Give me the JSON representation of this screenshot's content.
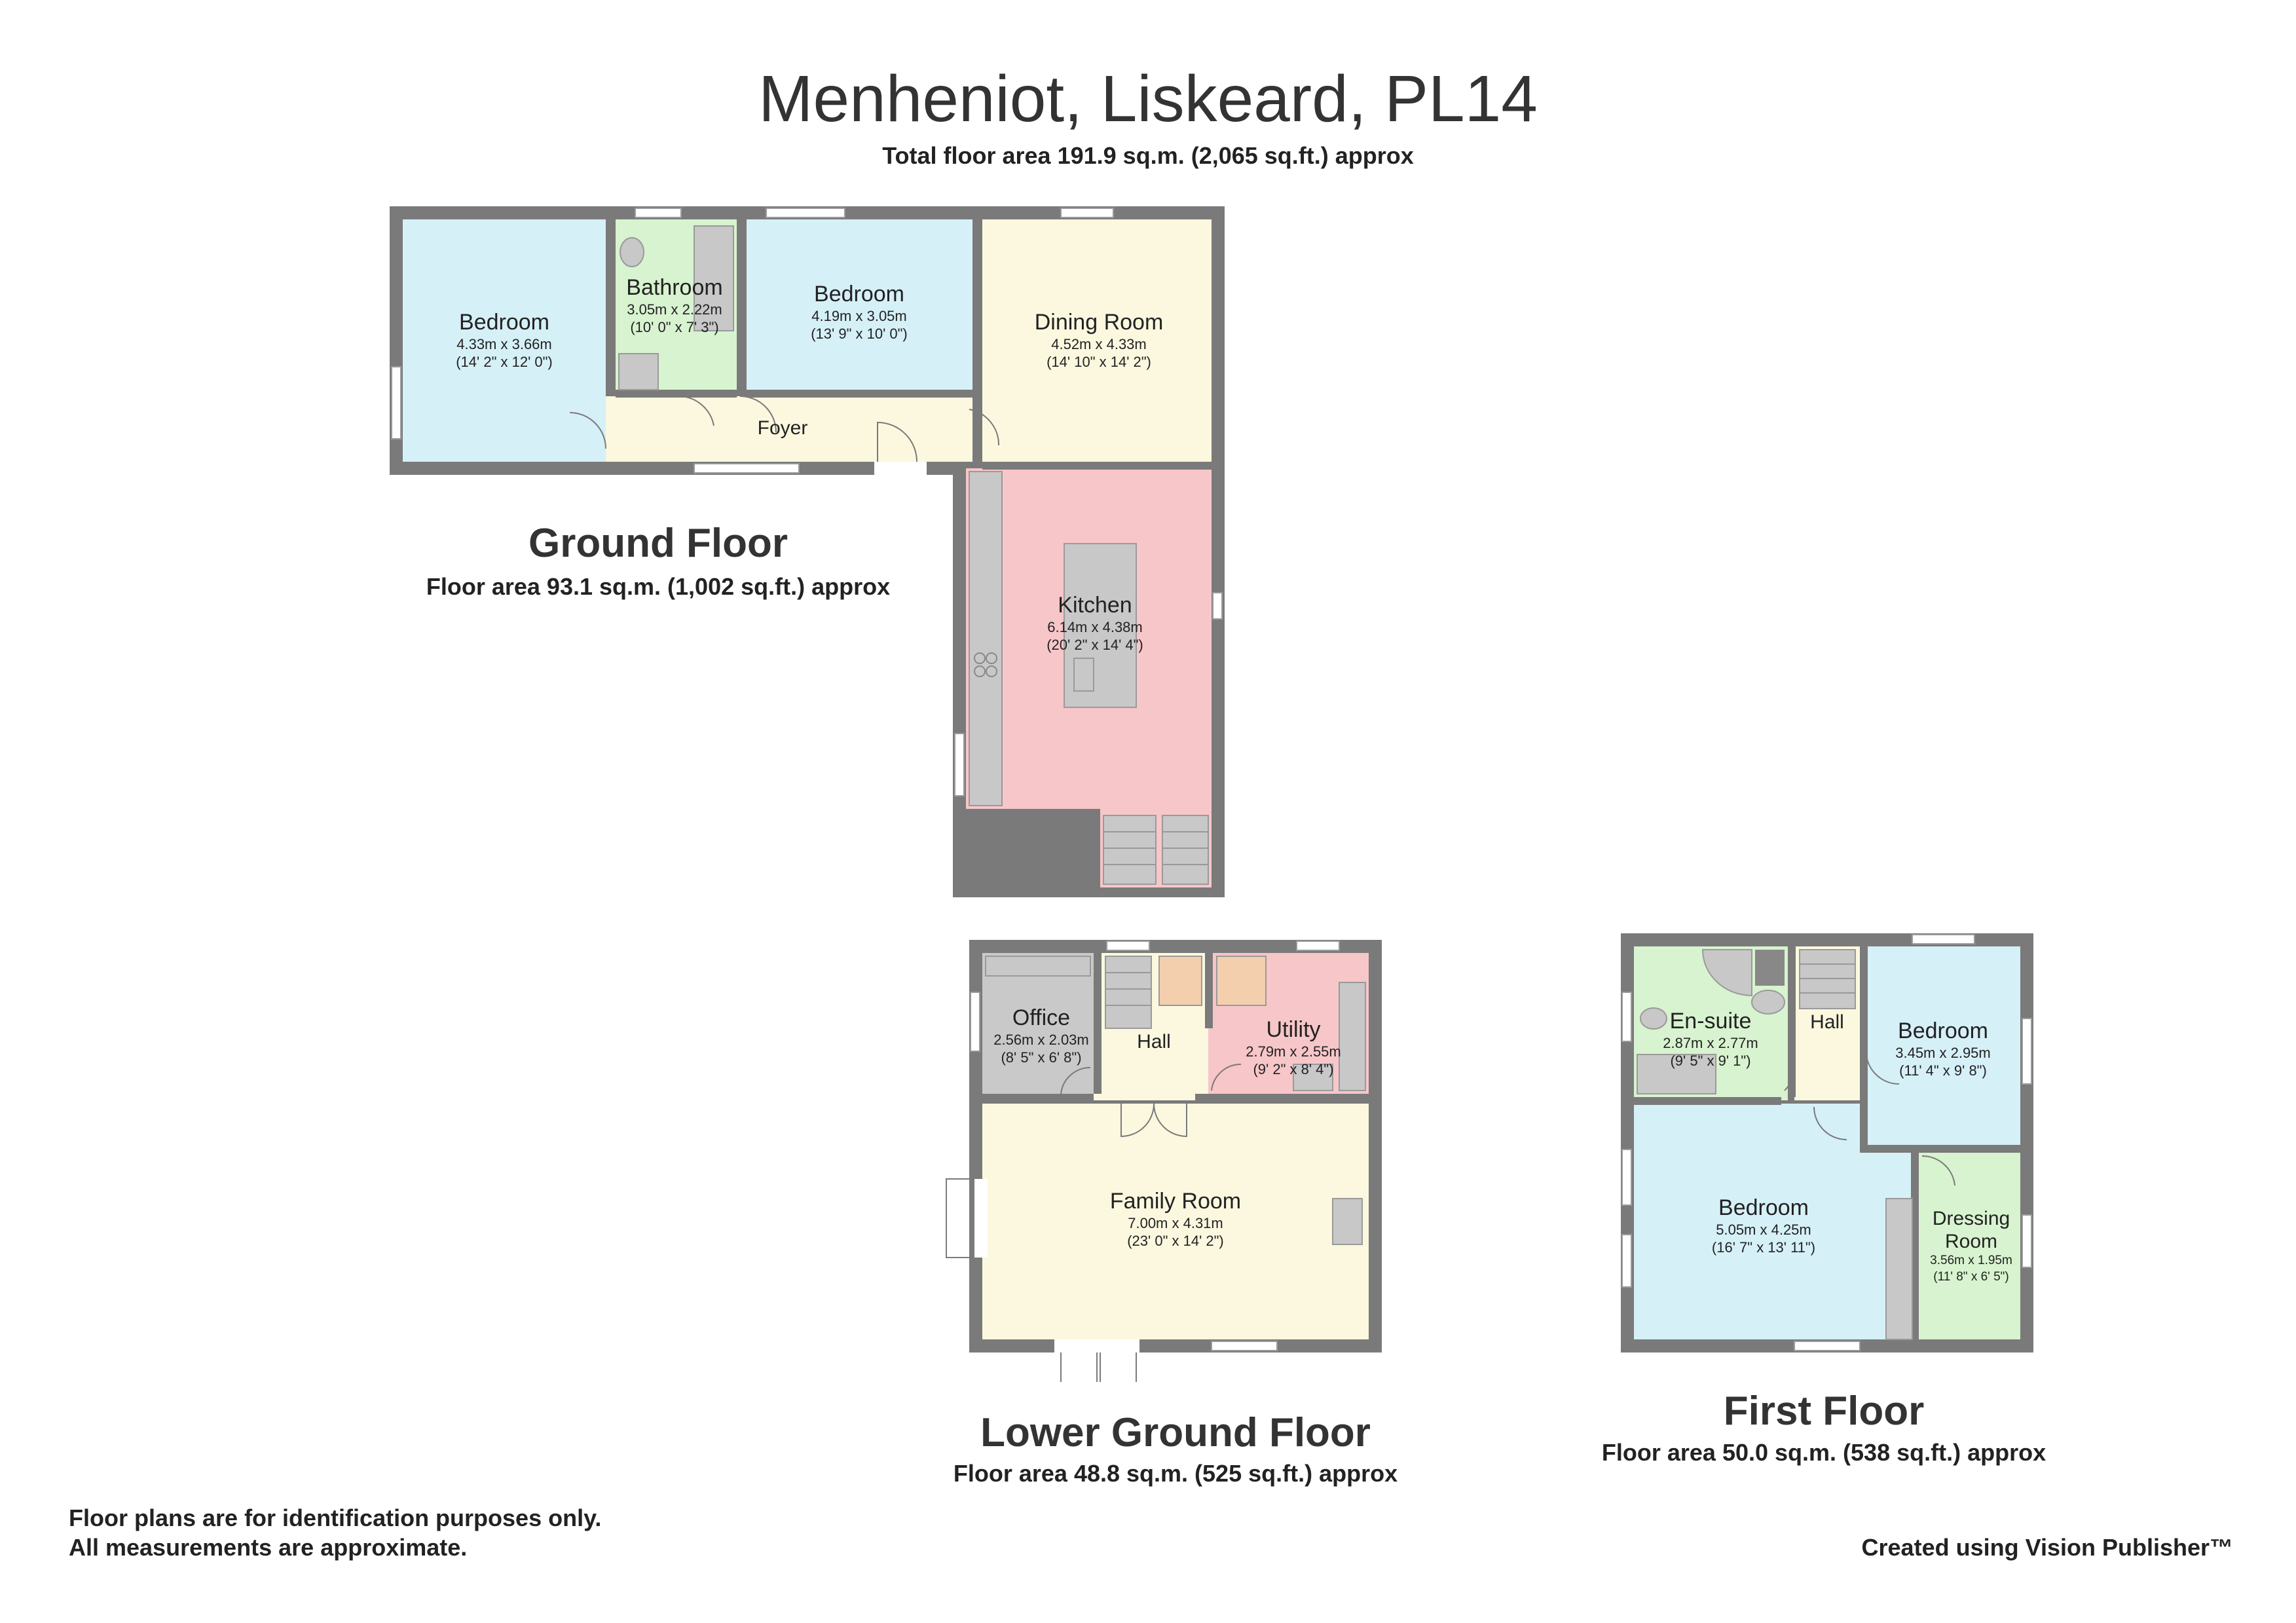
{
  "title": "Menheniot, Liskeard, PL14",
  "total_area": "Total floor area 191.9 sq.m. (2,065 sq.ft.) approx",
  "colors": {
    "bedroom": "#d6f0f8",
    "bathroom": "#d8f3cf",
    "dining": "#fbf8df",
    "kitchen": "#f7c6c9",
    "office": "#c9c9c9",
    "walls": "#7a7a7a"
  },
  "floors": {
    "ground": {
      "title": "Ground Floor",
      "area": "Floor area 93.1 sq.m. (1,002 sq.ft.) approx",
      "rooms": {
        "bedroom1": {
          "name": "Bedroom",
          "metric": "4.33m x 3.66m",
          "imperial": "(14' 2\" x 12' 0\")"
        },
        "bathroom": {
          "name": "Bathroom",
          "metric": "3.05m x 2.22m",
          "imperial": "(10' 0\" x 7' 3\")"
        },
        "bedroom2": {
          "name": "Bedroom",
          "metric": "4.19m x 3.05m",
          "imperial": "(13' 9\" x 10' 0\")"
        },
        "dining": {
          "name": "Dining Room",
          "metric": "4.52m x 4.33m",
          "imperial": "(14' 10\" x 14' 2\")"
        },
        "foyer": {
          "name": "Foyer"
        },
        "kitchen": {
          "name": "Kitchen",
          "metric": "6.14m x 4.38m",
          "imperial": "(20' 2\" x 14' 4\")"
        }
      }
    },
    "lower": {
      "title": "Lower Ground Floor",
      "area": "Floor area 48.8 sq.m. (525 sq.ft.) approx",
      "rooms": {
        "office": {
          "name": "Office",
          "metric": "2.56m x 2.03m",
          "imperial": "(8' 5\" x 6' 8\")"
        },
        "hall": {
          "name": "Hall"
        },
        "utility": {
          "name": "Utility",
          "metric": "2.79m x 2.55m",
          "imperial": "(9' 2\" x 8' 4\")"
        },
        "family": {
          "name": "Family Room",
          "metric": "7.00m x 4.31m",
          "imperial": "(23' 0\" x 14' 2\")"
        }
      }
    },
    "first": {
      "title": "First Floor",
      "area": "Floor area 50.0 sq.m. (538 sq.ft.) approx",
      "rooms": {
        "ensuite": {
          "name": "En-suite",
          "metric": "2.87m x 2.77m",
          "imperial": "(9' 5\" x 9' 1\")"
        },
        "hall": {
          "name": "Hall"
        },
        "bedroom_small": {
          "name": "Bedroom",
          "metric": "3.45m x 2.95m",
          "imperial": "(11' 4\" x 9' 8\")"
        },
        "bedroom_main": {
          "name": "Bedroom",
          "metric": "5.05m x 4.25m",
          "imperial": "(16' 7\" x 13' 11\")"
        },
        "dressing": {
          "name_line1": "Dressing",
          "name_line2": "Room",
          "metric": "3.56m x 1.95m",
          "imperial": "(11' 8\" x 6' 5\")"
        }
      }
    }
  },
  "disclaimer": {
    "line1": "Floor plans are for identification purposes only.",
    "line2": "All measurements are approximate."
  },
  "credit": "Created using Vision Publisher™"
}
